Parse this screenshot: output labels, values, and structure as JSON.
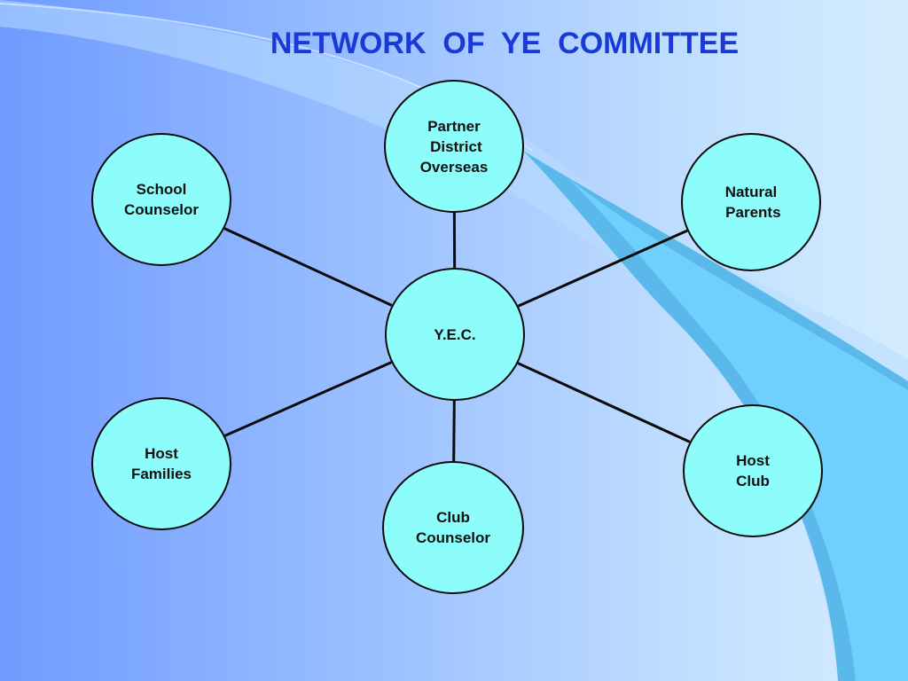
{
  "title": "NETWORK  OF  YE  COMMITTEE",
  "colors": {
    "node_fill": "#8cfdfb",
    "node_border": "#0a0a0a",
    "title": "#1a3ad6",
    "swoosh": "#5ab8ea"
  },
  "center": {
    "label": "Y.E.C."
  },
  "nodes": [
    {
      "id": "partner-district-overseas",
      "label": "Partner\n District\nOverseas"
    },
    {
      "id": "school-counselor",
      "label": "School\nCounselor"
    },
    {
      "id": "natural-parents",
      "label": "Natural\n Parents"
    },
    {
      "id": "host-families",
      "label": "Host\nFamilies"
    },
    {
      "id": "host-club",
      "label": "Host\nClub"
    },
    {
      "id": "club-counselor",
      "label": "Club\nCounselor"
    }
  ],
  "links": [
    {
      "from": "yec",
      "to": "partner-district-overseas"
    },
    {
      "from": "yec",
      "to": "school-counselor"
    },
    {
      "from": "yec",
      "to": "natural-parents"
    },
    {
      "from": "yec",
      "to": "host-families"
    },
    {
      "from": "yec",
      "to": "host-club"
    },
    {
      "from": "yec",
      "to": "club-counselor"
    }
  ]
}
